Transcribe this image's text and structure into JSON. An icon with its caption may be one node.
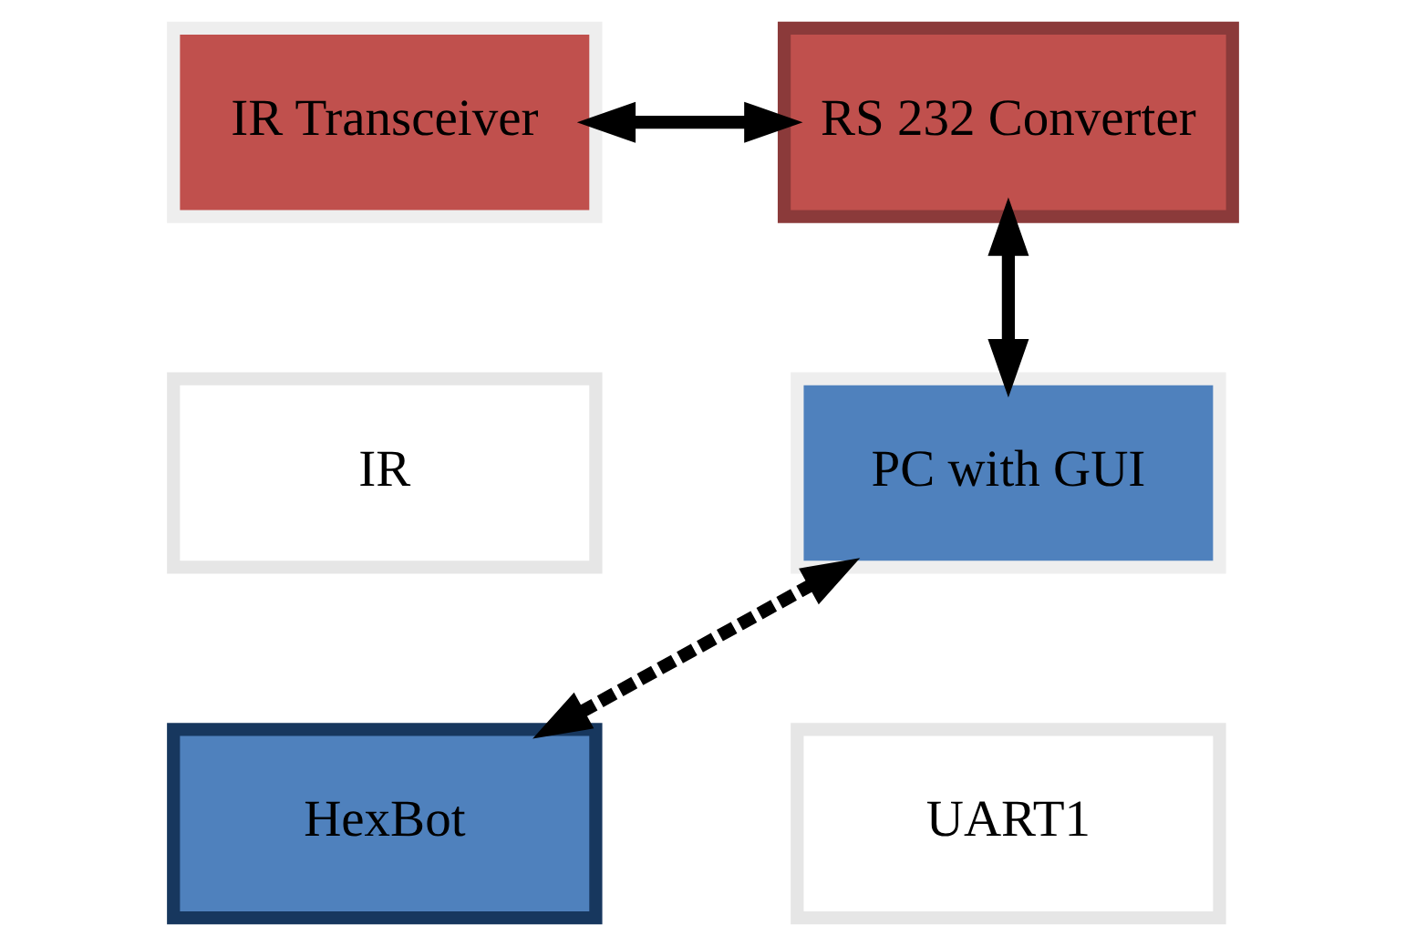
{
  "diagram": {
    "nodes": [
      {
        "text": [
          "IR Transceiver"
        ]
      },
      {
        "text": [
          "RS 232 Converter"
        ]
      },
      {
        "text": [
          "PC with GUI"
        ]
      },
      {
        "text": [
          "HexBot"
        ]
      },
      {
        "text": [
          "IR"
        ]
      },
      {
        "text": [
          "UART1"
        ]
      }
    ],
    "edges": [
      {
        "from": 0,
        "to": 1,
        "arrow": "both"
      },
      {
        "from": 1,
        "to": 2,
        "arrow": "both"
      },
      {
        "from": 2,
        "to": 3,
        "arrow": "both",
        "style": "dashed"
      }
    ]
  }
}
